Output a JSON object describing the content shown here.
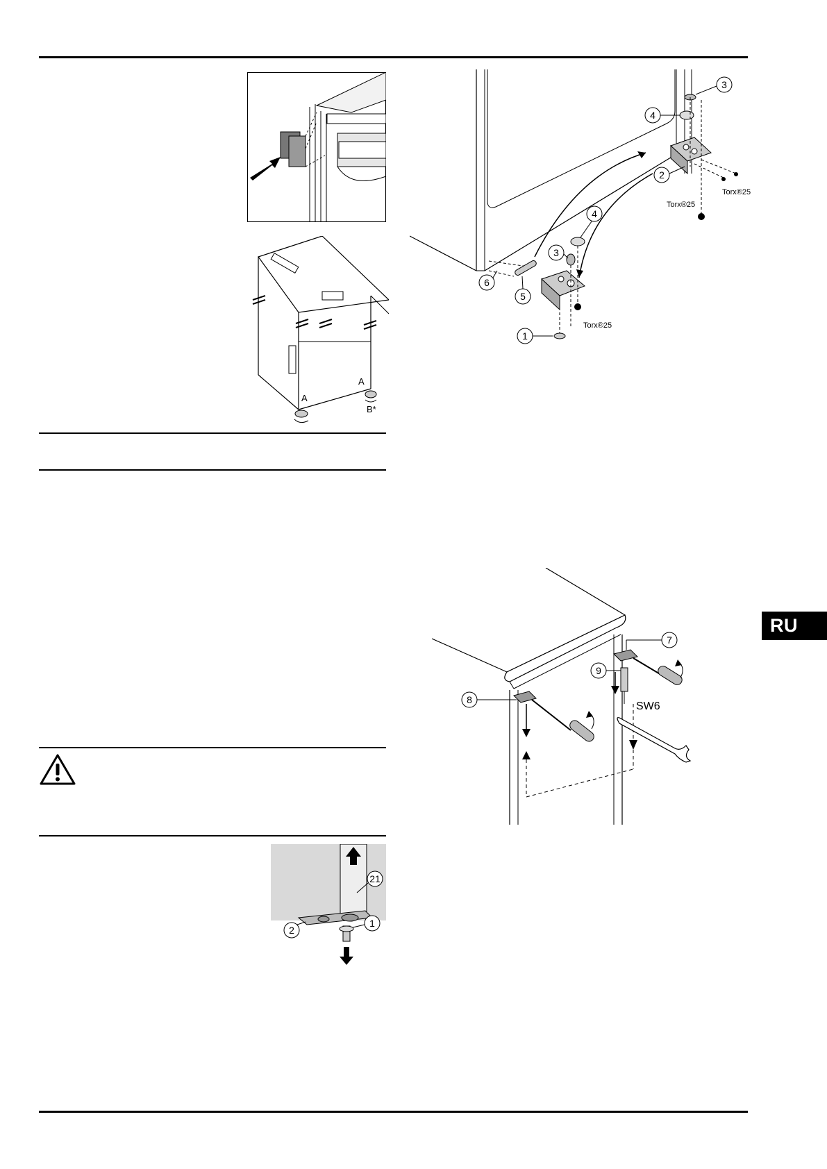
{
  "language_tab": {
    "label": "RU"
  },
  "figure_hinge_swap": {
    "callouts": [
      "1",
      "2",
      "3",
      "4",
      "5",
      "6"
    ],
    "torx_label_right_a": "Torx®25",
    "torx_label_right_b": "Torx®25",
    "torx_label_bottom": "Torx®25"
  },
  "figure_top_swap": {
    "callouts": [
      "7",
      "8",
      "9"
    ],
    "wrench_label": "SW6"
  },
  "figure_cabinet": {
    "label_a_left": "A",
    "label_a_right": "A",
    "label_b": "B*"
  },
  "figure_foot": {
    "callouts": [
      "21",
      "2",
      "1"
    ]
  }
}
